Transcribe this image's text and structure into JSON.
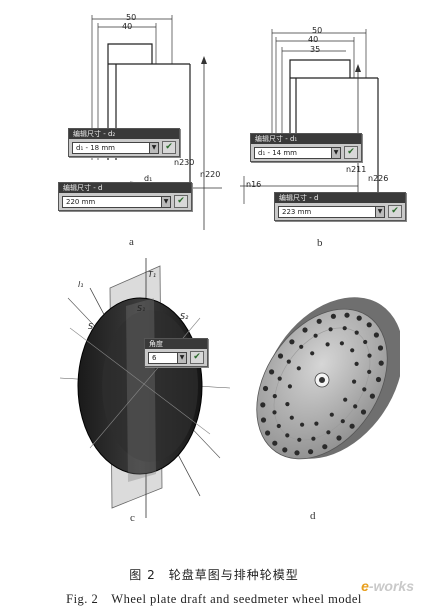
{
  "panel_a": {
    "label": "a",
    "dims_top": [
      "50",
      "40"
    ],
    "dim_side_1": "n230",
    "dim_side_2": "n220",
    "dim_small": "d₁",
    "dialog1": {
      "title": "编辑尺寸 - d₂",
      "value": "d₁ - 18 mm"
    },
    "dialog2": {
      "title": "编辑尺寸 - d",
      "value": "220 mm"
    }
  },
  "panel_b": {
    "label": "b",
    "dims_top": [
      "50",
      "40",
      "35"
    ],
    "dim_side_1": "n211",
    "dim_side_2": "n226",
    "dim_left": "n16",
    "dialog1": {
      "title": "编辑尺寸 - d₁",
      "value": "d₁ - 14 mm"
    },
    "dialog2": {
      "title": "编辑尺寸 - d",
      "value": "223 mm"
    }
  },
  "panel_c": {
    "label": "c",
    "axis_labels": [
      "l₁",
      "T₁",
      "S₁",
      "S₂",
      "S₃"
    ],
    "dialog": {
      "title": "角度",
      "value": "6"
    }
  },
  "panel_d": {
    "label": "d"
  },
  "caption": {
    "cn": "图 2　轮盘草图与排种轮模型",
    "en": "Fig. 2　Wheel plate draft and seedmeter wheel model"
  },
  "watermark": {
    "e": "e",
    "rest": "-works"
  },
  "icons": {
    "ok": "checkmark-icon",
    "dropdown": "dropdown-arrow-icon"
  }
}
